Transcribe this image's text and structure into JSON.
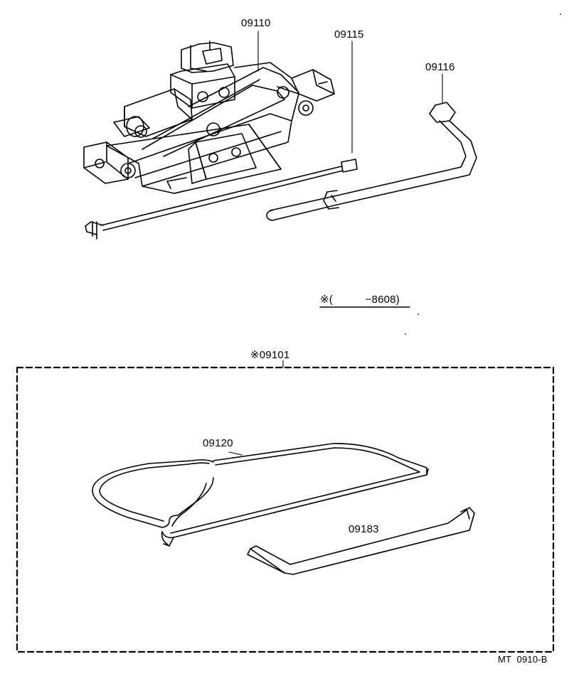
{
  "parts": {
    "jack": "09110",
    "jack_handle": "09115",
    "lug_wrench": "09116",
    "tool_kit": "※09101",
    "tool_bag": "09120",
    "tool_handle": "09183"
  },
  "date_note": "※(　　　−8608)",
  "figure_code": "MT  0910-B"
}
